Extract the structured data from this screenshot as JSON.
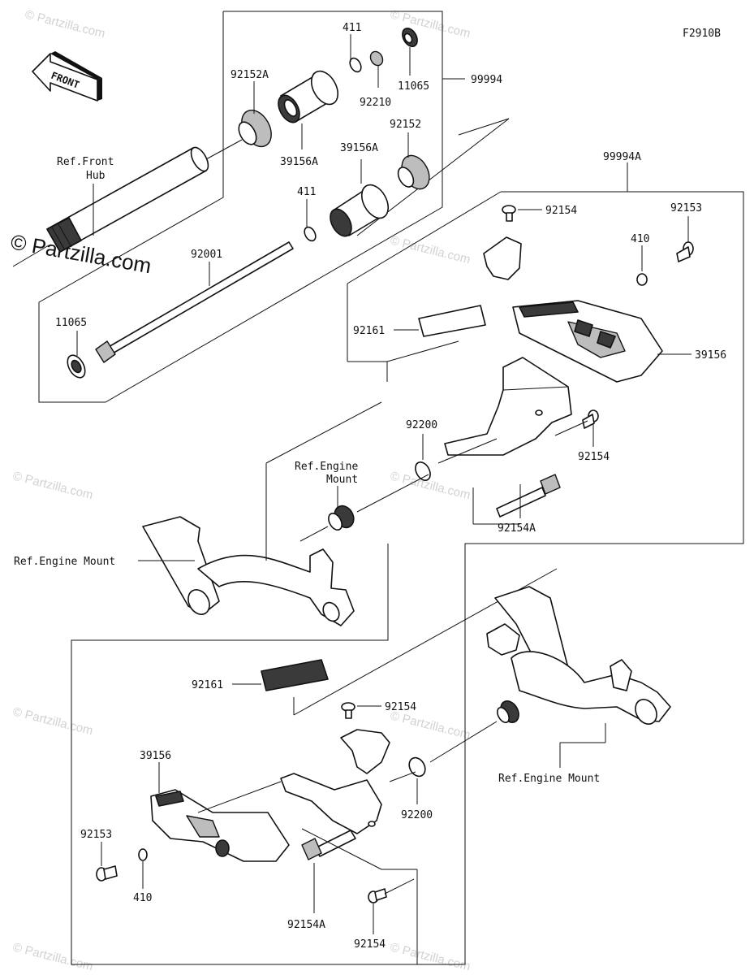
{
  "figure_code": "F2910B",
  "direction_tag": "FRONT",
  "brand_mark": "© Partzilla.com",
  "watermark_text": "© Partzilla.com",
  "part_numbers": {
    "p411_top": "411",
    "p11065_top": "11065",
    "p99994": "99994",
    "p92152a": "92152A",
    "p92210": "92210",
    "p39156a_left": "39156A",
    "p92152": "92152",
    "p39156a_right": "39156A",
    "p411_mid": "411",
    "p92001": "92001",
    "p11065_left": "11065",
    "p99994a": "99994A",
    "p92154_top": "92154",
    "p92153_top": "92153",
    "p410_top": "410",
    "p92161_mid": "92161",
    "p39156_right": "39156",
    "p92200_mid": "92200",
    "p92154_mid": "92154",
    "p92154a_mid": "92154A",
    "p92161_low": "92161",
    "p92154_low": "92154",
    "p39156_left": "39156",
    "p92200_low": "92200",
    "p92153_low": "92153",
    "p410_low": "410",
    "p92154a_low": "92154A",
    "p92154_bottom": "92154"
  },
  "references": {
    "front_hub_1": "Ref.Front",
    "front_hub_2": "Hub",
    "engine_mount_mid_1": "Ref.Engine",
    "engine_mount_mid_2": "Mount",
    "engine_mount_left": "Ref.Engine Mount",
    "engine_mount_right": "Ref.Engine Mount"
  }
}
